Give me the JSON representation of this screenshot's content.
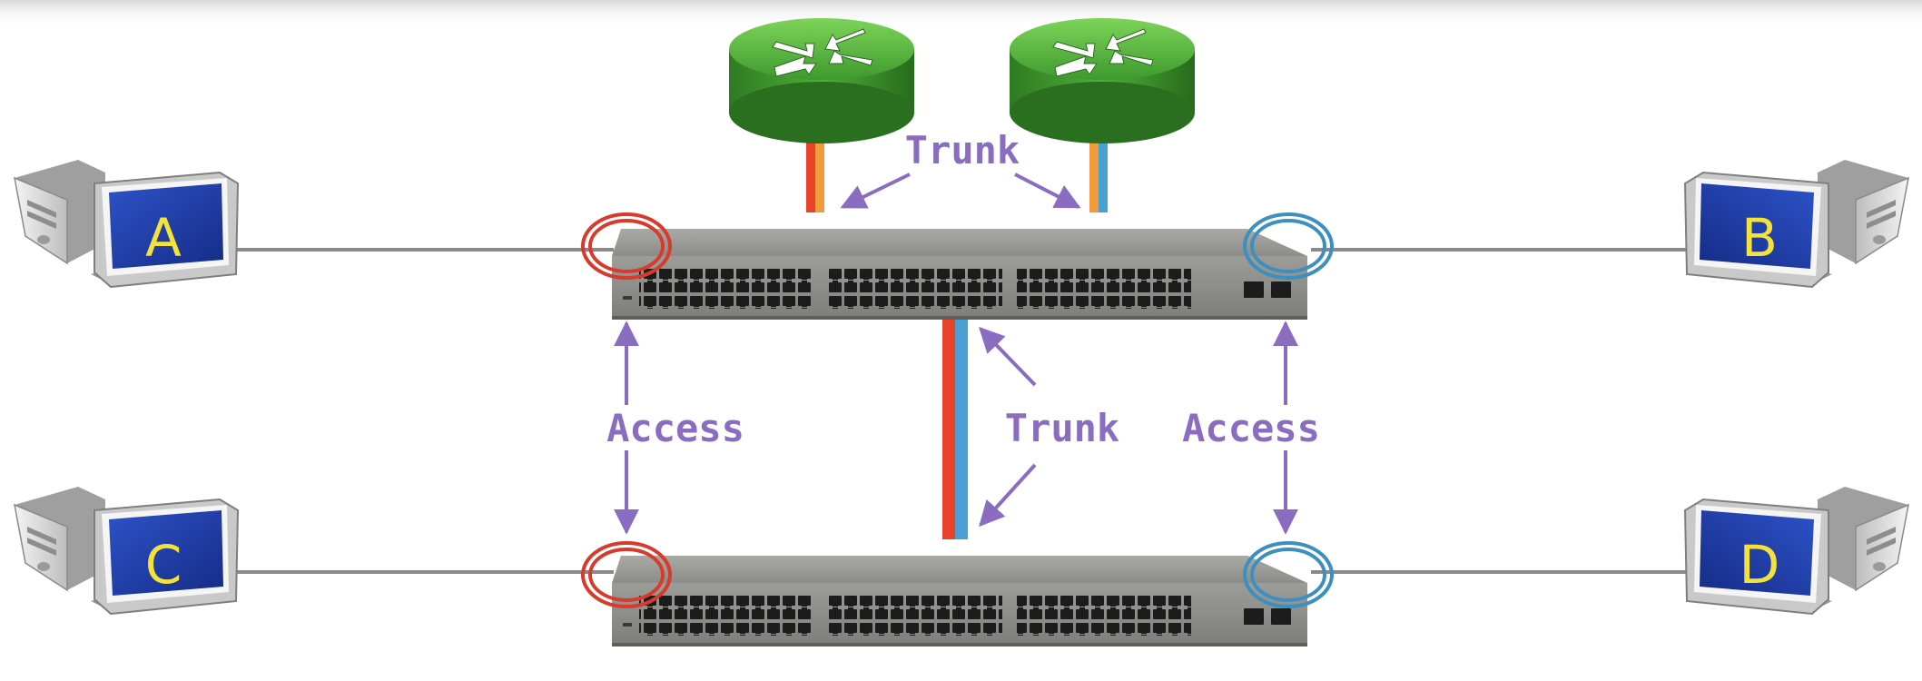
{
  "labels": {
    "trunk_top": "Trunk",
    "trunk_middle": "Trunk",
    "access_left": "Access",
    "access_right": "Access"
  },
  "pcs": [
    {
      "id": "pc-a",
      "label": "A"
    },
    {
      "id": "pc-b",
      "label": "B"
    },
    {
      "id": "pc-c",
      "label": "C"
    },
    {
      "id": "pc-d",
      "label": "D"
    }
  ],
  "colors": {
    "label_purple": "#8a6cc0",
    "vlan_red": "#e8442a",
    "vlan_orange": "#f29a3c",
    "vlan_blue": "#4a9fd4",
    "router_green": "#3e9a2e",
    "access_ring_red": "#d83a2c",
    "access_ring_blue": "#3d8fc0",
    "pc_screen": "#1f3fa8",
    "pc_letter": "#f2e23a"
  }
}
